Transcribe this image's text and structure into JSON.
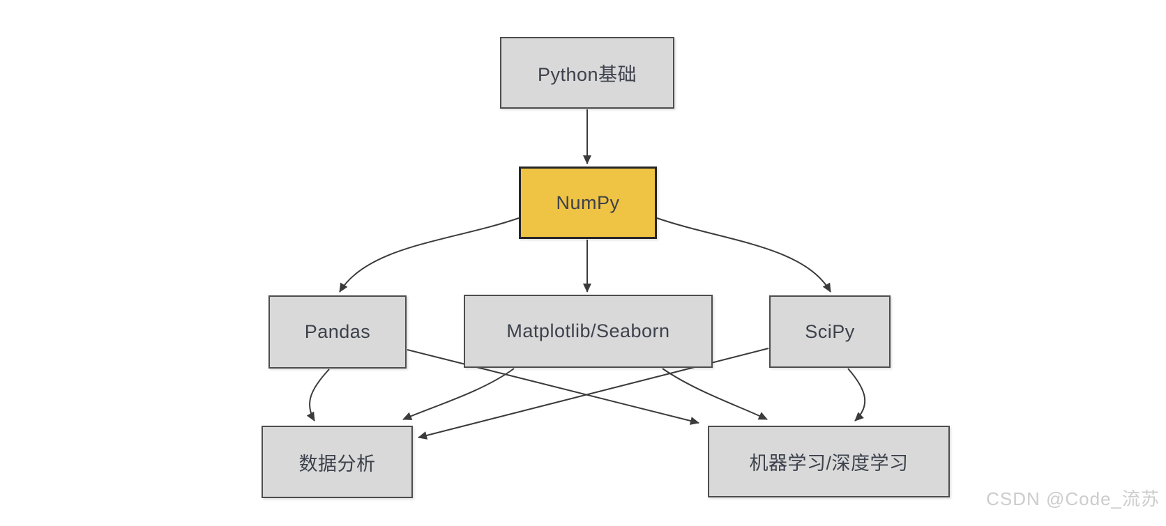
{
  "diagram": {
    "nodes": [
      {
        "id": "python-base",
        "label": "Python基础",
        "style": "default"
      },
      {
        "id": "numpy",
        "label": "NumPy",
        "style": "highlight"
      },
      {
        "id": "pandas",
        "label": "Pandas",
        "style": "default"
      },
      {
        "id": "matplotlib",
        "label": "Matplotlib/Seaborn",
        "style": "default"
      },
      {
        "id": "scipy",
        "label": "SciPy",
        "style": "default"
      },
      {
        "id": "data-analysis",
        "label": "数据分析",
        "style": "default"
      },
      {
        "id": "ml-dl",
        "label": "机器学习/深度学习",
        "style": "default"
      }
    ],
    "edges": [
      {
        "from": "python-base",
        "to": "numpy"
      },
      {
        "from": "numpy",
        "to": "pandas"
      },
      {
        "from": "numpy",
        "to": "matplotlib"
      },
      {
        "from": "numpy",
        "to": "scipy"
      },
      {
        "from": "pandas",
        "to": "data-analysis"
      },
      {
        "from": "pandas",
        "to": "ml-dl"
      },
      {
        "from": "matplotlib",
        "to": "data-analysis"
      },
      {
        "from": "matplotlib",
        "to": "ml-dl"
      },
      {
        "from": "scipy",
        "to": "data-analysis"
      },
      {
        "from": "scipy",
        "to": "ml-dl"
      }
    ],
    "colors": {
      "node_fill": "#d9d9d9",
      "node_border": "#4d4d4d",
      "highlight_fill": "#efc343",
      "highlight_border": "#262626",
      "arrow": "#3b3b3b",
      "text": "#3c414b",
      "watermark": "#cccccc"
    }
  },
  "watermark": {
    "text": "CSDN @Code_流苏"
  }
}
